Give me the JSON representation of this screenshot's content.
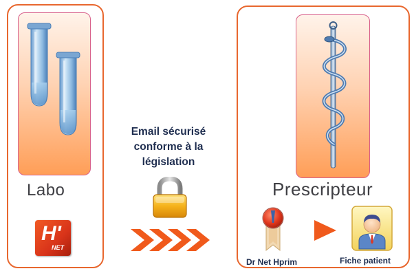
{
  "labo": {
    "label": "Labo",
    "logo": {
      "main": "H'",
      "sub": "NET"
    },
    "icon": "test-tubes-icon"
  },
  "transfer": {
    "caption_lines": [
      "Email sécurisé",
      "conforme à la",
      "législation"
    ],
    "lock_icon": "padlock-icon",
    "arrows_icon": "chevron-arrows-icon"
  },
  "prescripteur": {
    "label": "Prescripteur",
    "icon": "caduceus-icon",
    "doctor_label": "Dr Net Hprim",
    "fiche_label": "Fiche patient"
  },
  "colors": {
    "accent": "#e8672e",
    "card_border": "#d8608a",
    "card_gradient_top": "#fff3ea",
    "card_gradient_bottom": "#ff9e57",
    "text_dark": "#1e2d4f",
    "label_gray": "#3f3f44"
  }
}
